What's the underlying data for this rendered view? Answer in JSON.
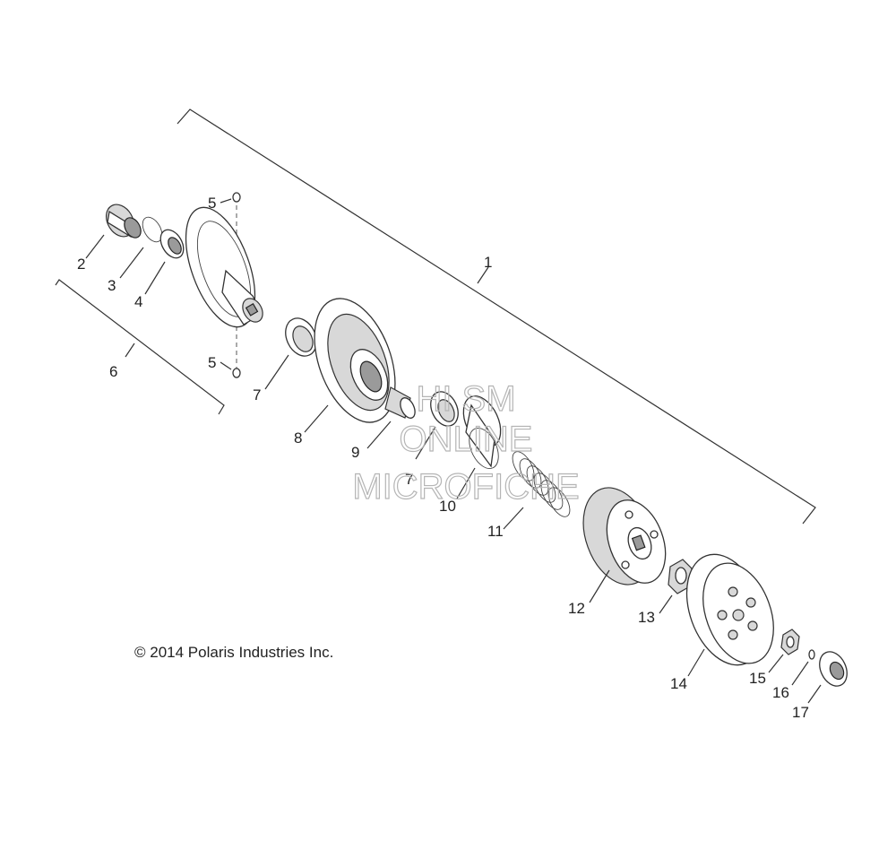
{
  "copyright": "© 2014 Polaris Industries Inc.",
  "watermark": [
    "HI SM",
    "ONLINE",
    "MICROFICHE"
  ],
  "callouts": [
    "1",
    "2",
    "3",
    "4",
    "5",
    "5",
    "6",
    "7",
    "7",
    "8",
    "9",
    "10",
    "11",
    "12",
    "13",
    "14",
    "15",
    "16",
    "17"
  ]
}
